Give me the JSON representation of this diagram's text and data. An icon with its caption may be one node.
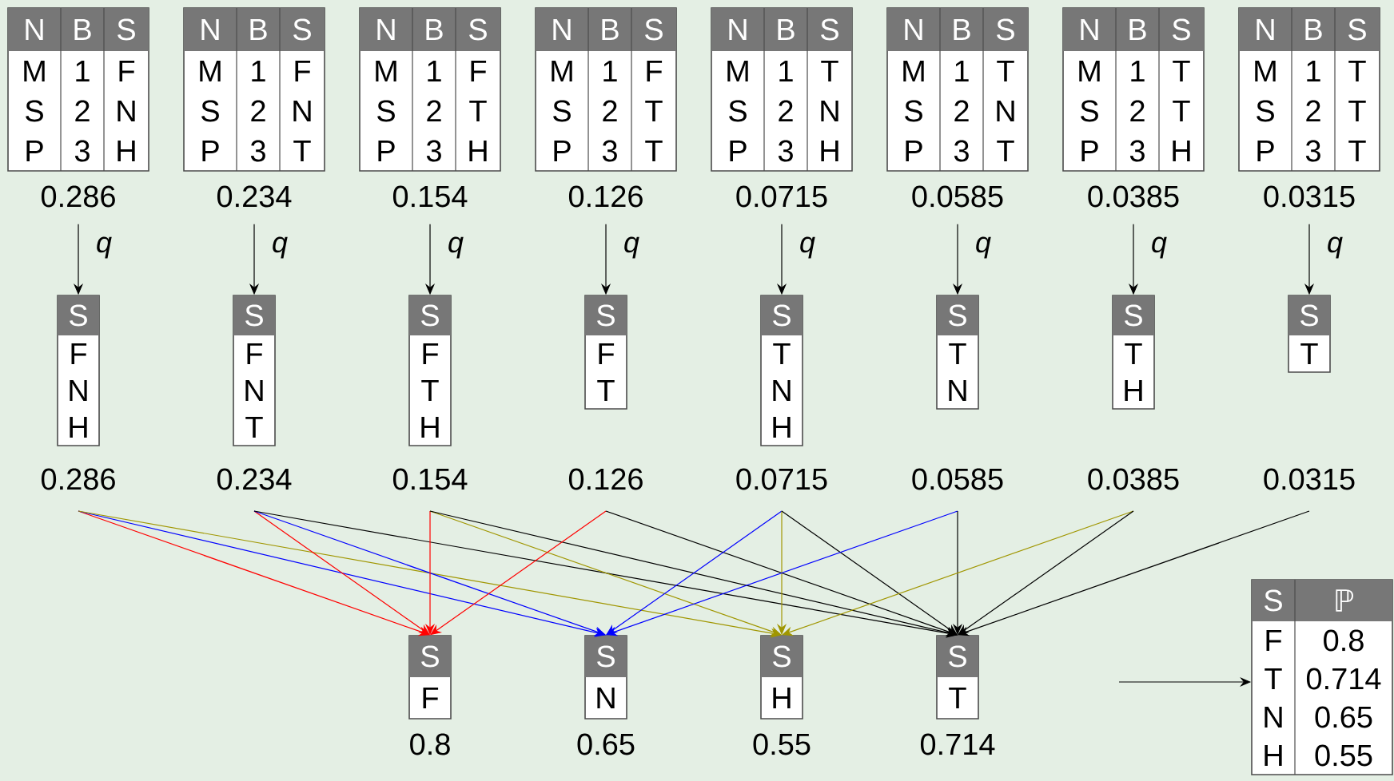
{
  "diagram": {
    "nodes": [
      {
        "text": [
          "N",
          "B",
          "S",
          "M",
          "1",
          "F",
          "S",
          "2",
          "N",
          "P",
          "3",
          "H"
        ],
        "beside": [
          "0.286"
        ]
      },
      {
        "text": [
          "N",
          "B",
          "S",
          "M",
          "1",
          "F",
          "S",
          "2",
          "N",
          "P",
          "3",
          "T"
        ],
        "beside": [
          "0.234"
        ]
      },
      {
        "text": [
          "N",
          "B",
          "S",
          "M",
          "1",
          "F",
          "S",
          "2",
          "T",
          "P",
          "3",
          "H"
        ],
        "beside": [
          "0.154"
        ]
      },
      {
        "text": [
          "N",
          "B",
          "S",
          "M",
          "1",
          "F",
          "S",
          "2",
          "T",
          "P",
          "3",
          "T"
        ],
        "beside": [
          "0.126"
        ]
      },
      {
        "text": [
          "N",
          "B",
          "S",
          "M",
          "1",
          "T",
          "S",
          "2",
          "N",
          "P",
          "3",
          "H"
        ],
        "beside": [
          "0.0715"
        ]
      },
      {
        "text": [
          "N",
          "B",
          "S",
          "M",
          "1",
          "T",
          "S",
          "2",
          "N",
          "P",
          "3",
          "T"
        ],
        "beside": [
          "0.0585"
        ]
      },
      {
        "text": [
          "N",
          "B",
          "S",
          "M",
          "1",
          "T",
          "S",
          "2",
          "T",
          "P",
          "3",
          "H"
        ],
        "beside": [
          "0.0385"
        ]
      },
      {
        "text": [
          "N",
          "B",
          "S",
          "M",
          "1",
          "T",
          "S",
          "2",
          "T",
          "P",
          "3",
          "T"
        ],
        "beside": [
          "0.0315"
        ]
      },
      {
        "text": [
          "S",
          "F",
          "N",
          "H"
        ],
        "beside": [
          "0.286"
        ]
      },
      {
        "text": [
          "S",
          "F",
          "N",
          "T"
        ],
        "beside": [
          "0.234"
        ]
      },
      {
        "text": [
          "S",
          "F",
          "T",
          "H"
        ],
        "beside": [
          "0.154"
        ]
      },
      {
        "text": [
          "S",
          "F",
          "T"
        ],
        "beside": [
          "0.126"
        ]
      },
      {
        "text": [
          "S",
          "T",
          "N",
          "H"
        ],
        "beside": [
          "0.0715"
        ]
      },
      {
        "text": [
          "S",
          "T",
          "N"
        ],
        "beside": [
          "0.0585"
        ]
      },
      {
        "text": [
          "S",
          "T",
          "H"
        ],
        "beside": [
          "0.0385"
        ]
      },
      {
        "text": [
          "S",
          "T"
        ],
        "beside": [
          "0.0315"
        ]
      },
      {
        "text": [
          "S",
          "F"
        ],
        "beside": [
          "0.8"
        ]
      },
      {
        "text": [
          "S",
          "N"
        ],
        "beside": [
          "0.65"
        ]
      },
      {
        "text": [
          "S",
          "H"
        ],
        "beside": [
          "0.55"
        ]
      },
      {
        "text": [
          "S",
          "T"
        ],
        "beside": [
          "0.714"
        ]
      },
      {
        "text": [
          "S",
          "ℙ",
          "F",
          "0.8",
          "T",
          "0.714",
          "N",
          "0.65",
          "H",
          "0.55"
        ]
      }
    ],
    "edges": [
      {
        "from": 0,
        "to": 8,
        "arrow": "to",
        "label": "q"
      },
      {
        "from": 1,
        "to": 9,
        "arrow": "to",
        "label": "q"
      },
      {
        "from": 2,
        "to": 10,
        "arrow": "to",
        "label": "q"
      },
      {
        "from": 3,
        "to": 11,
        "arrow": "to",
        "label": "q"
      },
      {
        "from": 4,
        "to": 12,
        "arrow": "to",
        "label": "q"
      },
      {
        "from": 5,
        "to": 13,
        "arrow": "to",
        "label": "q"
      },
      {
        "from": 6,
        "to": 14,
        "arrow": "to",
        "label": "q"
      },
      {
        "from": 7,
        "to": 15,
        "arrow": "to",
        "label": "q"
      },
      {
        "from": 8,
        "to": 16,
        "arrow": "to",
        "color": "#ff0000"
      },
      {
        "from": 8,
        "to": 17,
        "arrow": "to",
        "color": "#0000ff"
      },
      {
        "from": 8,
        "to": 18,
        "arrow": "to",
        "color": "#a09600"
      },
      {
        "from": 9,
        "to": 16,
        "arrow": "to",
        "color": "#ff0000"
      },
      {
        "from": 9,
        "to": 17,
        "arrow": "to",
        "color": "#0000ff"
      },
      {
        "from": 9,
        "to": 19,
        "arrow": "to"
      },
      {
        "from": 10,
        "to": 16,
        "arrow": "to",
        "color": "#ff0000"
      },
      {
        "from": 10,
        "to": 18,
        "arrow": "to",
        "color": "#a09600"
      },
      {
        "from": 10,
        "to": 19,
        "arrow": "to"
      },
      {
        "from": 11,
        "to": 16,
        "arrow": "to",
        "color": "#ff0000"
      },
      {
        "from": 11,
        "to": 19,
        "arrow": "to"
      },
      {
        "from": 12,
        "to": 17,
        "arrow": "to",
        "color": "#0000ff"
      },
      {
        "from": 12,
        "to": 18,
        "arrow": "to",
        "color": "#a09600"
      },
      {
        "from": 12,
        "to": 19,
        "arrow": "to"
      },
      {
        "from": 13,
        "to": 17,
        "arrow": "to",
        "color": "#0000ff"
      },
      {
        "from": 13,
        "to": 19,
        "arrow": "to"
      },
      {
        "from": 14,
        "to": 18,
        "arrow": "to",
        "color": "#a09600"
      },
      {
        "from": 14,
        "to": 19,
        "arrow": "to"
      },
      {
        "from": 15,
        "to": 19,
        "arrow": "to"
      },
      {
        "from": null,
        "to": 20,
        "arrow": "to"
      }
    ]
  }
}
